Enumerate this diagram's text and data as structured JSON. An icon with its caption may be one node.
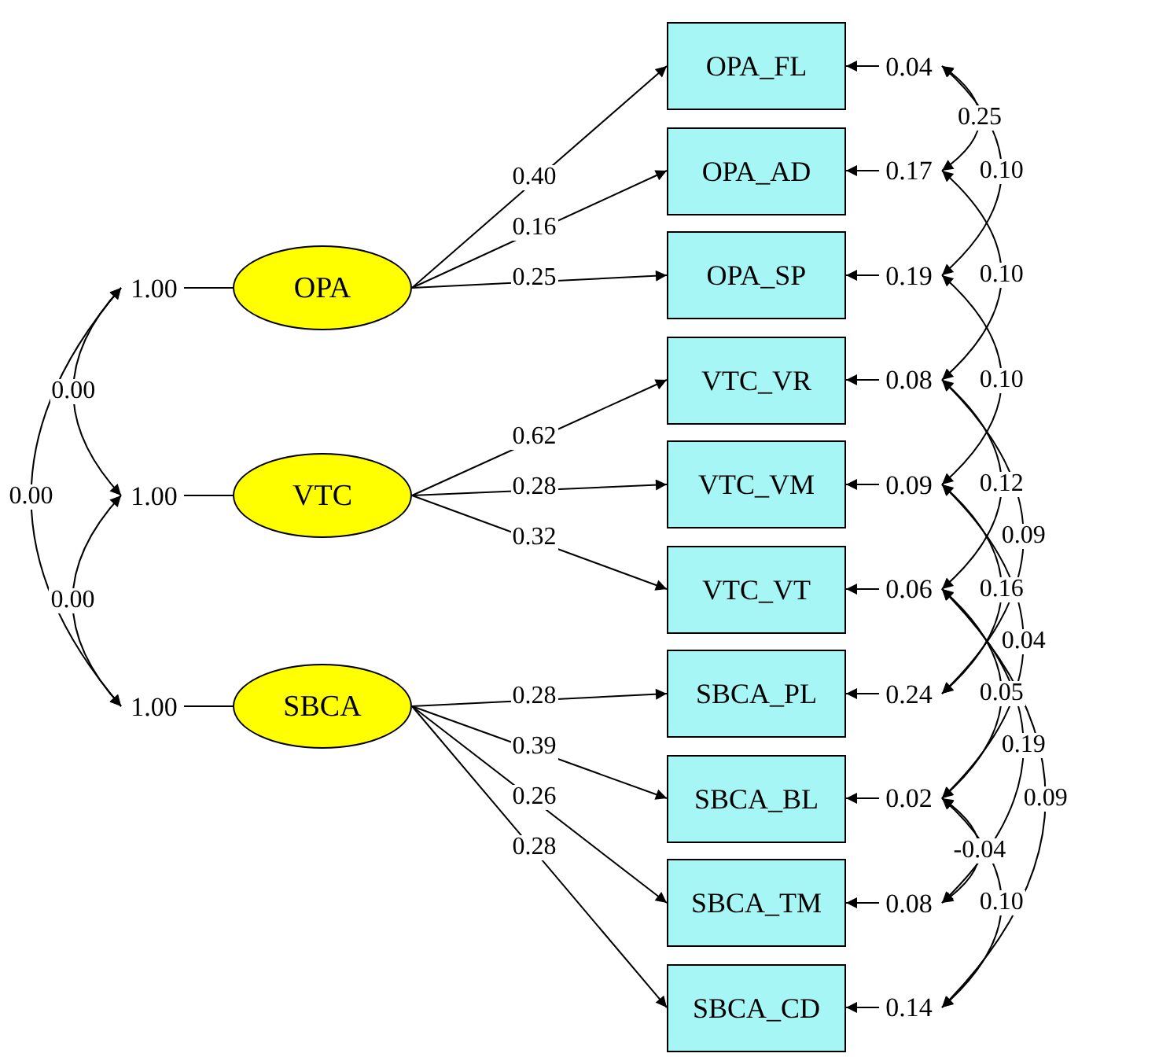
{
  "diagram": {
    "nodes": [
      {
        "text": [
          "1.00"
        ]
      },
      {
        "text": [
          "1.00"
        ]
      },
      {
        "text": [
          "1.00"
        ]
      },
      {
        "text": [
          "OPA"
        ]
      },
      {
        "text": [
          "VTC"
        ]
      },
      {
        "text": [
          "SBCA"
        ]
      },
      {
        "text": [
          "OPA_FL"
        ]
      },
      {
        "text": [
          "OPA_AD"
        ]
      },
      {
        "text": [
          "OPA_SP"
        ]
      },
      {
        "text": [
          "VTC_VR"
        ]
      },
      {
        "text": [
          "VTC_VM"
        ]
      },
      {
        "text": [
          "VTC_VT"
        ]
      },
      {
        "text": [
          "SBCA_PL"
        ]
      },
      {
        "text": [
          "SBCA_BL"
        ]
      },
      {
        "text": [
          "SBCA_TM"
        ]
      },
      {
        "text": [
          "SBCA_CD"
        ]
      },
      {
        "text": [
          "0.04"
        ]
      },
      {
        "text": [
          "0.17"
        ]
      },
      {
        "text": [
          "0.19"
        ]
      },
      {
        "text": [
          "0.08"
        ]
      },
      {
        "text": [
          "0.09"
        ]
      },
      {
        "text": [
          "0.06"
        ]
      },
      {
        "text": [
          "0.24"
        ]
      },
      {
        "text": [
          "0.02"
        ]
      },
      {
        "text": [
          "0.08"
        ]
      },
      {
        "text": [
          "0.14"
        ]
      }
    ],
    "edges": [
      {
        "from": 0,
        "to": 3,
        "arrow": "none"
      },
      {
        "from": 1,
        "to": 4,
        "arrow": "none"
      },
      {
        "from": 2,
        "to": 5,
        "arrow": "none"
      },
      {
        "from": 0,
        "to": 1,
        "arrow": "both",
        "label": "0.00"
      },
      {
        "from": 0,
        "to": 2,
        "arrow": "both",
        "label": "0.00"
      },
      {
        "from": 1,
        "to": 2,
        "arrow": "both",
        "label": "0.00"
      },
      {
        "from": 3,
        "to": 6,
        "arrow": "to",
        "label": "0.40"
      },
      {
        "from": 3,
        "to": 7,
        "arrow": "to",
        "label": "0.16"
      },
      {
        "from": 3,
        "to": 8,
        "arrow": "to",
        "label": "0.25"
      },
      {
        "from": 4,
        "to": 9,
        "arrow": "to",
        "label": "0.62"
      },
      {
        "from": 4,
        "to": 10,
        "arrow": "to",
        "label": "0.28"
      },
      {
        "from": 4,
        "to": 11,
        "arrow": "to",
        "label": "0.32"
      },
      {
        "from": 5,
        "to": 12,
        "arrow": "to",
        "label": "0.28"
      },
      {
        "from": 5,
        "to": 13,
        "arrow": "to",
        "label": "0.39"
      },
      {
        "from": 5,
        "to": 14,
        "arrow": "to",
        "label": "0.26"
      },
      {
        "from": 5,
        "to": 15,
        "arrow": "to",
        "label": "0.28"
      },
      {
        "from": 16,
        "to": 6,
        "arrow": "to"
      },
      {
        "from": 17,
        "to": 7,
        "arrow": "to"
      },
      {
        "from": 18,
        "to": 8,
        "arrow": "to"
      },
      {
        "from": 19,
        "to": 9,
        "arrow": "to"
      },
      {
        "from": 20,
        "to": 10,
        "arrow": "to"
      },
      {
        "from": 21,
        "to": 11,
        "arrow": "to"
      },
      {
        "from": 22,
        "to": 12,
        "arrow": "to"
      },
      {
        "from": 23,
        "to": 13,
        "arrow": "to"
      },
      {
        "from": 24,
        "to": 14,
        "arrow": "to"
      },
      {
        "from": 25,
        "to": 15,
        "arrow": "to"
      },
      {
        "from": 16,
        "to": 17,
        "arrow": "both",
        "label": "0.25"
      },
      {
        "from": 16,
        "to": 18,
        "arrow": "both",
        "label": "0.10"
      },
      {
        "from": 17,
        "to": 19,
        "arrow": "both",
        "label": "0.10"
      },
      {
        "from": 18,
        "to": 20,
        "arrow": "both",
        "label": "0.10"
      },
      {
        "from": 19,
        "to": 21,
        "arrow": "both",
        "label": "0.12"
      },
      {
        "from": 19,
        "to": 22,
        "arrow": "both",
        "label": "0.09"
      },
      {
        "from": 20,
        "to": 22,
        "arrow": "both",
        "label": "0.16"
      },
      {
        "from": 21,
        "to": 23,
        "arrow": "both",
        "label": "0.05"
      },
      {
        "from": 20,
        "to": 23,
        "arrow": "both",
        "label": "0.04"
      },
      {
        "from": 21,
        "to": 24,
        "arrow": "both",
        "label": "0.19"
      },
      {
        "from": 21,
        "to": 25,
        "arrow": "both",
        "label": "0.09"
      },
      {
        "from": 23,
        "to": 25,
        "arrow": "both",
        "label": "0.10"
      },
      {
        "from": 23,
        "to": 24,
        "arrow": "both",
        "label": "-0.04"
      }
    ]
  }
}
